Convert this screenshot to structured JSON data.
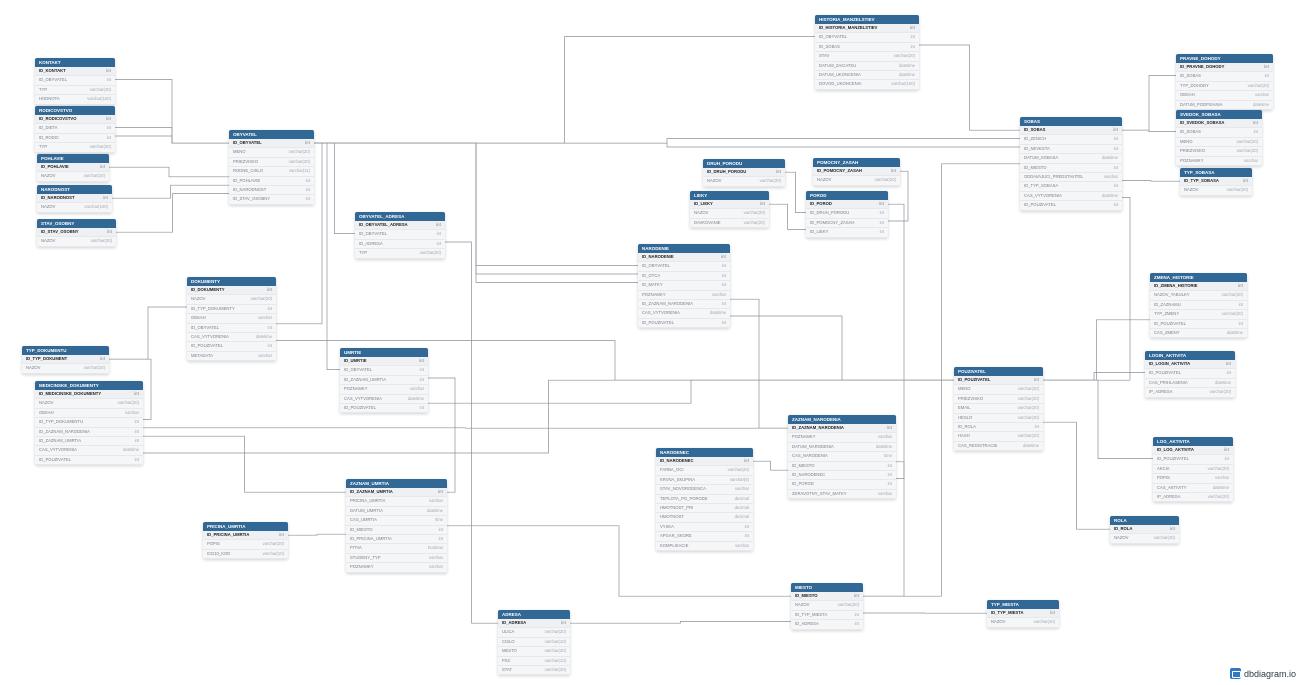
{
  "brand": {
    "name": "dbdiagram.io",
    "icon": "dbdiagram-logo-icon"
  },
  "colors": {
    "header": "#316896",
    "link": "#8a9099"
  },
  "tables": [
    {
      "id": "kontakt",
      "name": "KONTAKT",
      "cols": [
        [
          "ID_KONTAKT",
          "int"
        ],
        [
          "ID_OBYVATEL",
          "int"
        ],
        [
          "TYP",
          "varchar(20)"
        ],
        [
          "HODNOTA",
          "varchar(100)"
        ]
      ]
    },
    {
      "id": "rodicovstvo",
      "name": "RODICOVSTVO",
      "cols": [
        [
          "ID_RODICOVSTVO",
          "int"
        ],
        [
          "ID_DIETA",
          "int"
        ],
        [
          "ID_RODIC",
          "int"
        ],
        [
          "TYP",
          "varchar(20)"
        ]
      ]
    },
    {
      "id": "pohlavie",
      "name": "POHLAVIE",
      "cols": [
        [
          "ID_POHLAVIE",
          "int"
        ],
        [
          "NAZOV",
          "varchar(20)"
        ]
      ]
    },
    {
      "id": "narodnost",
      "name": "NARODNOST",
      "cols": [
        [
          "ID_NARODNOST",
          "int"
        ],
        [
          "NAZOV",
          "varchar(100)"
        ]
      ]
    },
    {
      "id": "stav_osobny",
      "name": "STAV_OSOBNY",
      "cols": [
        [
          "ID_STAV_OSOBNY",
          "int"
        ],
        [
          "NAZOV",
          "varchar(20)"
        ]
      ]
    },
    {
      "id": "obyvatel",
      "name": "OBYVATEL",
      "cols": [
        [
          "ID_OBYVATEL",
          "int"
        ],
        [
          "MENO",
          "varchar(20)"
        ],
        [
          "PRIEZVISKO",
          "varchar(20)"
        ],
        [
          "RODNE_CISLO",
          "varchar(11)"
        ],
        [
          "ID_POHLAVIE",
          "int"
        ],
        [
          "ID_NARODNOST",
          "int"
        ],
        [
          "ID_STAV_OSOBNY",
          "int"
        ]
      ]
    },
    {
      "id": "obyvatel_adresa",
      "name": "OBYVATEL_ADRESA",
      "cols": [
        [
          "ID_OBYVATEL_ADRESA",
          "int"
        ],
        [
          "ID_OBYVATEL",
          "int"
        ],
        [
          "ID_ADRESA",
          "int"
        ],
        [
          "TYP",
          "varchar(20)"
        ]
      ]
    },
    {
      "id": "dokumenty",
      "name": "DOKUMENTY",
      "cols": [
        [
          "ID_DOKUMENTY",
          "int"
        ],
        [
          "NAZOV",
          "varchar(20)"
        ],
        [
          "ID_TYP_DOKUMENTY",
          "int"
        ],
        [
          "OBSAH",
          "varchar"
        ],
        [
          "ID_OBYVATEL",
          "int"
        ],
        [
          "CAS_VYTVORENIA",
          "datetime"
        ],
        [
          "ID_POUZIVATEL",
          "int"
        ],
        [
          "METADATA",
          "varchar"
        ]
      ]
    },
    {
      "id": "typ_dokumentu",
      "name": "TYP_DOKUMENTU",
      "cols": [
        [
          "ID_TYP_DOKUMENT",
          "int"
        ],
        [
          "NAZOV",
          "varchar(20)"
        ]
      ]
    },
    {
      "id": "medicinske_dokumenty",
      "name": "MEDICINSKE_DOKUMENTY",
      "cols": [
        [
          "ID_MEDICINSKE_DOKUMENTY",
          "int"
        ],
        [
          "NAZOV",
          "varchar(20)"
        ],
        [
          "OBSAH",
          "varchar"
        ],
        [
          "ID_TYP_DOKUMENTU",
          "int"
        ],
        [
          "ID_ZAZNAM_NARODENIA",
          "int"
        ],
        [
          "ID_ZAZNAM_UMRTIA",
          "int"
        ],
        [
          "CAS_VYTVORENIA",
          "datetime"
        ],
        [
          "ID_POUZIVATEL",
          "int"
        ]
      ]
    },
    {
      "id": "umrtie",
      "name": "UMRTIE",
      "cols": [
        [
          "ID_UMRTIE",
          "int"
        ],
        [
          "ID_OBYVATEL",
          "int"
        ],
        [
          "ID_ZAZNAM_UMRTIA",
          "int"
        ],
        [
          "POZNAMKY",
          "varchar"
        ],
        [
          "CAS_VYTVORENIA",
          "datetime"
        ],
        [
          "ID_POUZIVATEL",
          "int"
        ]
      ]
    },
    {
      "id": "zaznam_umrtia",
      "name": "ZAZNAM_UMRTIA",
      "cols": [
        [
          "ID_ZAZNAM_UMRTIA",
          "int"
        ],
        [
          "PRICINA_UMRTIA",
          "varchar"
        ],
        [
          "DATUM_UMRTIA",
          "datetime"
        ],
        [
          "CAS_UMRTIA",
          "time"
        ],
        [
          "ID_MIESTO",
          "int"
        ],
        [
          "ID_PRICINA_UMRTIA",
          "int"
        ],
        [
          "PITVA",
          "boolean"
        ],
        [
          "STUDENY_TYP",
          "varchar"
        ],
        [
          "POZNAMKY",
          "varchar"
        ]
      ]
    },
    {
      "id": "pricina_umrtia",
      "name": "PRICINA_UMRTIA",
      "cols": [
        [
          "ID_PRICINA_UMRTIA",
          "int"
        ],
        [
          "POPIS",
          "varchar(20)"
        ],
        [
          "ICD10_KOD",
          "varchar(10)"
        ]
      ]
    },
    {
      "id": "adresa",
      "name": "ADRESA",
      "cols": [
        [
          "ID_ADRESA",
          "int"
        ],
        [
          "ULICA",
          "varchar(20)"
        ],
        [
          "CISLO",
          "varchar(10)"
        ],
        [
          "MESTO",
          "varchar(20)"
        ],
        [
          "PSC",
          "varchar(10)"
        ],
        [
          "STAT",
          "varchar(20)"
        ]
      ]
    },
    {
      "id": "historia_manzelstiev",
      "name": "HISTORIA_MANZELSTIEV",
      "cols": [
        [
          "ID_HISTORIA_MANZELSTIEV",
          "int"
        ],
        [
          "ID_OBYVATEL",
          "int"
        ],
        [
          "ID_SOBAS",
          "int"
        ],
        [
          "STAV",
          "varchar(20)"
        ],
        [
          "DATUM_ZACIATKU",
          "datetime"
        ],
        [
          "DATUM_UKONCENIA",
          "datetime"
        ],
        [
          "DOVOD_UKONCENIA",
          "varchar(100)"
        ]
      ]
    },
    {
      "id": "druh_porodu",
      "name": "DRUH_PORODU",
      "cols": [
        [
          "ID_DRUH_PORODU",
          "int"
        ],
        [
          "NAZOV",
          "varchar(20)"
        ]
      ]
    },
    {
      "id": "pomocny_zasah",
      "name": "POMOCNY_ZASAH",
      "cols": [
        [
          "ID_POMOCNY_ZASAH",
          "int"
        ],
        [
          "NAZOV",
          "varchar(20)"
        ]
      ]
    },
    {
      "id": "lieky",
      "name": "LIEKY",
      "cols": [
        [
          "ID_LIEKY",
          "int"
        ],
        [
          "NAZOV",
          "varchar(20)"
        ],
        [
          "DAVKOVANIE",
          "varchar(20)"
        ]
      ]
    },
    {
      "id": "porod",
      "name": "POROD",
      "cols": [
        [
          "ID_POROD",
          "int"
        ],
        [
          "ID_DRUH_PORODU",
          "int"
        ],
        [
          "ID_POMOCNY_ZASAH",
          "int"
        ],
        [
          "ID_LIEKY",
          "int"
        ]
      ]
    },
    {
      "id": "narodenie",
      "name": "NARODENIE",
      "cols": [
        [
          "ID_NARODENIE",
          "int"
        ],
        [
          "ID_OBYVATEL",
          "int"
        ],
        [
          "ID_OTCA",
          "int"
        ],
        [
          "ID_MATKY",
          "int"
        ],
        [
          "POZNAMKY",
          "varchar"
        ],
        [
          "ID_ZAZNAM_NARODENIA",
          "int"
        ],
        [
          "CAS_VYTVORENIA",
          "datetime"
        ],
        [
          "ID_POUZIVATEL",
          "int"
        ]
      ]
    },
    {
      "id": "zaznam_narodenia",
      "name": "ZAZNAM_NARODENIA",
      "cols": [
        [
          "ID_ZAZNAM_NARODENIA",
          "int"
        ],
        [
          "POZNAMKY",
          "varchar"
        ],
        [
          "DATUM_NARODENIA",
          "datetime"
        ],
        [
          "CAS_NARODENIA",
          "time"
        ],
        [
          "ID_MIESTO",
          "int"
        ],
        [
          "ID_NARODENEC",
          "int"
        ],
        [
          "ID_POROD",
          "int"
        ],
        [
          "ZDRAVOTNY_STAV_MATKY",
          "varchar"
        ]
      ]
    },
    {
      "id": "narodenec",
      "name": "NARODENEC",
      "cols": [
        [
          "ID_NARODENEC",
          "int"
        ],
        [
          "FARBA_OCI",
          "varchar(20)"
        ],
        [
          "KRVNA_SKUPINA",
          "varchar(5)"
        ],
        [
          "STAV_NOVORODENCA",
          "varchar"
        ],
        [
          "TEPLOTA_PO_PORODE",
          "decimal"
        ],
        [
          "HMOTNOST_PRI",
          "decimal"
        ],
        [
          "HMOTNOST",
          "decimal"
        ],
        [
          "VYSKA",
          "int"
        ],
        [
          "APGAR_SKORE",
          "int"
        ],
        [
          "KOMPLIKACIE",
          "varchar"
        ]
      ]
    },
    {
      "id": "miesto",
      "name": "MIESTO",
      "cols": [
        [
          "ID_MIESTO",
          "int"
        ],
        [
          "NAZOV",
          "varchar(20)"
        ],
        [
          "ID_TYP_MIESTA",
          "int"
        ],
        [
          "ID_ADRESA",
          "int"
        ]
      ]
    },
    {
      "id": "typ_miesta",
      "name": "TYP_MIESTA",
      "cols": [
        [
          "ID_TYP_MIESTA",
          "int"
        ],
        [
          "NAZOV",
          "varchar(20)"
        ]
      ]
    },
    {
      "id": "pouzivatel",
      "name": "POUZIVATEL",
      "cols": [
        [
          "ID_POUZIVATEL",
          "int"
        ],
        [
          "MENO",
          "varchar(20)"
        ],
        [
          "PRIEZVISKO",
          "varchar(20)"
        ],
        [
          "EMAIL",
          "varchar(20)"
        ],
        [
          "HESLO",
          "varchar(20)"
        ],
        [
          "ID_ROLA",
          "int"
        ],
        [
          "HASH",
          "varchar(20)"
        ],
        [
          "CAS_REGISTRACIE",
          "datetime"
        ]
      ]
    },
    {
      "id": "sobas",
      "name": "SOBAS",
      "cols": [
        [
          "ID_SOBAS",
          "int"
        ],
        [
          "ID_ZENICH",
          "int"
        ],
        [
          "ID_NEVESTA",
          "int"
        ],
        [
          "DATUM_SOBASA",
          "datetime"
        ],
        [
          "ID_MIESTO",
          "int"
        ],
        [
          "ODDAVAJUCI_PREDSTAVITEL",
          "varchar"
        ],
        [
          "ID_TYP_SOBASA",
          "int"
        ],
        [
          "CAS_VYTVORENIA",
          "datetime"
        ],
        [
          "ID_POUZIVATEL",
          "int"
        ]
      ]
    },
    {
      "id": "pravne_dohody",
      "name": "PRAVNE_DOHODY",
      "cols": [
        [
          "ID_PRAVNE_DOHODY",
          "int"
        ],
        [
          "ID_SOBAS",
          "int"
        ],
        [
          "TYP_DOHODY",
          "varchar(20)"
        ],
        [
          "OBSAH",
          "varchar"
        ],
        [
          "DATUM_PODPISANIA",
          "datetime"
        ]
      ]
    },
    {
      "id": "svedok_sobasa",
      "name": "SVEDOK_SOBASA",
      "cols": [
        [
          "ID_SVEDOK_SOBASA",
          "int"
        ],
        [
          "ID_SOBAS",
          "int"
        ],
        [
          "MENO",
          "varchar(20)"
        ],
        [
          "PRIEZVISKO",
          "varchar(20)"
        ],
        [
          "POZNAMKY",
          "varchar"
        ]
      ]
    },
    {
      "id": "typ_sobasa",
      "name": "TYP_SOBASA",
      "cols": [
        [
          "ID_TYP_SOBASA",
          "int"
        ],
        [
          "NAZOV",
          "varchar(20)"
        ]
      ]
    },
    {
      "id": "zmena_historie",
      "name": "ZMENA_HISTORIE",
      "cols": [
        [
          "ID_ZMENA_HISTORIE",
          "int"
        ],
        [
          "NAZOV_TABULKY",
          "varchar(20)"
        ],
        [
          "ID_ZAZNAMU",
          "int"
        ],
        [
          "TYP_ZMENY",
          "varchar(20)"
        ],
        [
          "ID_POUZIVATEL",
          "int"
        ],
        [
          "CAS_ZMENY",
          "datetime"
        ]
      ]
    },
    {
      "id": "login_aktivita",
      "name": "LOGIN_AKTIVITA",
      "cols": [
        [
          "ID_LOGIN_AKTIVITA",
          "int"
        ],
        [
          "ID_POUZIVATEL",
          "int"
        ],
        [
          "CAS_PRIHLASENIA",
          "datetime"
        ],
        [
          "IP_ADRESA",
          "varchar(20)"
        ]
      ]
    },
    {
      "id": "log_aktivita",
      "name": "LOG_AKTIVITA",
      "cols": [
        [
          "ID_LOG_AKTIVITA",
          "int"
        ],
        [
          "ID_POUZIVATEL",
          "int"
        ],
        [
          "AKCIA",
          "varchar(20)"
        ],
        [
          "POPIS",
          "varchar"
        ],
        [
          "CAS_AKTIVITY",
          "datetime"
        ],
        [
          "IP_ADRESA",
          "varchar(20)"
        ]
      ]
    },
    {
      "id": "rola",
      "name": "ROLA",
      "cols": [
        [
          "ID_ROLA",
          "int"
        ],
        [
          "NAZOV",
          "varchar(20)"
        ]
      ]
    }
  ],
  "links": [
    [
      "kontakt",
      1,
      "obyvatel",
      0
    ],
    [
      "rodicovstvo",
      1,
      "obyvatel",
      0
    ],
    [
      "rodicovstvo",
      2,
      "obyvatel",
      0
    ],
    [
      "pohlavie",
      0,
      "obyvatel",
      4
    ],
    [
      "narodnost",
      0,
      "obyvatel",
      5
    ],
    [
      "stav_osobny",
      0,
      "obyvatel",
      6
    ],
    [
      "obyvatel_adresa",
      1,
      "obyvatel",
      0
    ],
    [
      "obyvatel_adresa",
      2,
      "adresa",
      0
    ],
    [
      "dokumenty",
      4,
      "obyvatel",
      0
    ],
    [
      "typ_dokumentu",
      0,
      "dokumenty",
      2
    ],
    [
      "dokumenty",
      6,
      "pouzivatel",
      0
    ],
    [
      "typ_dokumentu",
      0,
      "medicinske_dokumenty",
      3
    ],
    [
      "medicinske_dokumenty",
      4,
      "zaznam_narodenia",
      0
    ],
    [
      "medicinske_dokumenty",
      5,
      "zaznam_umrtia",
      0
    ],
    [
      "medicinske_dokumenty",
      7,
      "pouzivatel",
      0
    ],
    [
      "umrtie",
      1,
      "obyvatel",
      0
    ],
    [
      "umrtie",
      2,
      "zaznam_umrtia",
      0
    ],
    [
      "umrtie",
      5,
      "pouzivatel",
      0
    ],
    [
      "pricina_umrtia",
      0,
      "zaznam_umrtia",
      5
    ],
    [
      "zaznam_umrtia",
      4,
      "miesto",
      0
    ],
    [
      "narodenie",
      1,
      "obyvatel",
      0
    ],
    [
      "narodenie",
      2,
      "obyvatel",
      0
    ],
    [
      "narodenie",
      3,
      "obyvatel",
      0
    ],
    [
      "narodenie",
      5,
      "zaznam_narodenia",
      0
    ],
    [
      "narodenie",
      7,
      "pouzivatel",
      0
    ],
    [
      "zaznam_narodenia",
      4,
      "miesto",
      0
    ],
    [
      "narodenec",
      0,
      "zaznam_narodenia",
      5
    ],
    [
      "porod",
      0,
      "zaznam_narodenia",
      6
    ],
    [
      "druh_porodu",
      0,
      "porod",
      1
    ],
    [
      "pomocny_zasah",
      0,
      "porod",
      2
    ],
    [
      "lieky",
      0,
      "porod",
      3
    ],
    [
      "historia_manzelstiev",
      1,
      "obyvatel",
      0
    ],
    [
      "historia_manzelstiev",
      2,
      "sobas",
      0
    ],
    [
      "sobas",
      1,
      "obyvatel",
      0
    ],
    [
      "sobas",
      2,
      "obyvatel",
      0
    ],
    [
      "sobas",
      4,
      "miesto",
      0
    ],
    [
      "sobas",
      8,
      "pouzivatel",
      0
    ],
    [
      "pravne_dohody",
      1,
      "sobas",
      0
    ],
    [
      "svedok_sobasa",
      1,
      "sobas",
      0
    ],
    [
      "typ_sobasa",
      0,
      "sobas",
      6
    ],
    [
      "miesto",
      2,
      "typ_miesta",
      0
    ],
    [
      "miesto",
      3,
      "adresa",
      0
    ],
    [
      "zmena_historie",
      4,
      "pouzivatel",
      0
    ],
    [
      "login_aktivita",
      1,
      "pouzivatel",
      0
    ],
    [
      "log_aktivita",
      1,
      "pouzivatel",
      0
    ],
    [
      "pouzivatel",
      5,
      "rola",
      0
    ]
  ]
}
